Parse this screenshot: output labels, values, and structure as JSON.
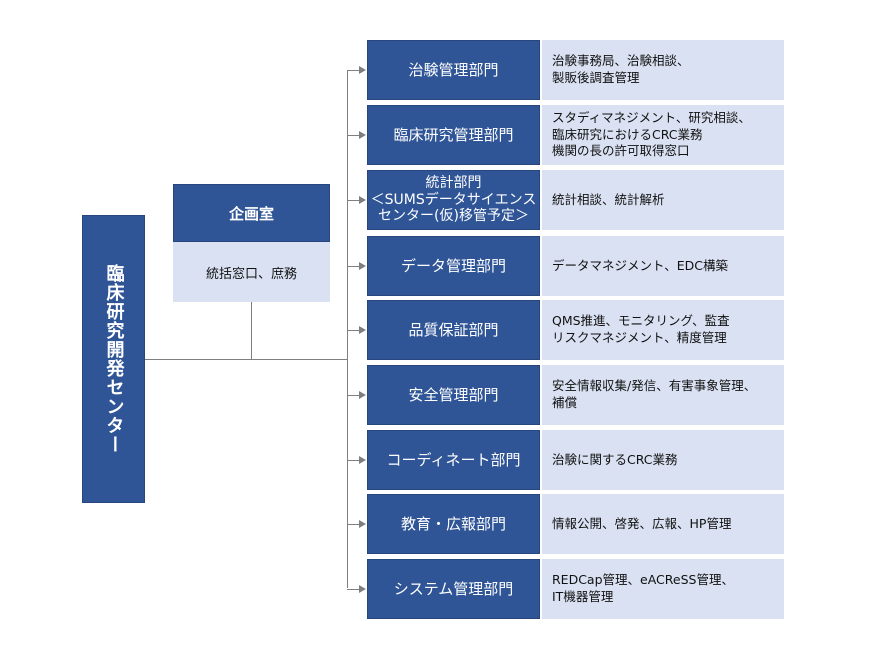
{
  "center": {
    "title": "臨床研究開発センター"
  },
  "planning": {
    "title": "企画室",
    "description": "統括窓口、庶務"
  },
  "departments": [
    {
      "name": "治験管理部門",
      "description": "治験事務局、治験相談、\n製販後調査管理"
    },
    {
      "name": "臨床研究管理部門",
      "description": "スタディマネジメント、研究相談、\n臨床研究におけるCRC業務\n機関の長の許可取得窓口"
    },
    {
      "name": "統計部門\n＜SUMSデータサイエンスセンター(仮)移管予定＞",
      "description": "統計相談、統計解析"
    },
    {
      "name": "データ管理部門",
      "description": "データマネジメント、EDC構築"
    },
    {
      "name": "品質保証部門",
      "description": "QMS推進、モニタリング、監査\nリスクマネジメント、精度管理"
    },
    {
      "name": "安全管理部門",
      "description": "安全情報収集/発信、有害事象管理、\n補償"
    },
    {
      "name": "コーディネート部門",
      "description": "治験に関するCRC業務"
    },
    {
      "name": "教育・広報部門",
      "description": "情報公開、啓発、広報、HP管理"
    },
    {
      "name": "システム管理部門",
      "description": "REDCap管理、eACReSS管理、\nIT機器管理"
    }
  ],
  "colors": {
    "navy": "#2f5597",
    "light": "#d9e1f2",
    "connector": "#7f7f7f"
  }
}
